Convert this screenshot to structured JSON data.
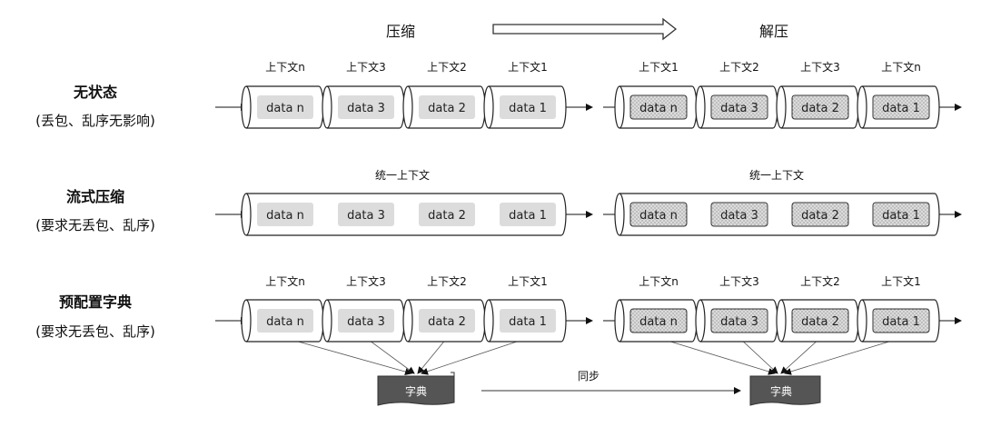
{
  "header": {
    "compress": "压缩",
    "decompress": "解压"
  },
  "rows": [
    {
      "title": "无状态",
      "subtitle": "(丢包、乱序无影响)",
      "left_contexts": [
        "上下文n",
        "上下文3",
        "上下文2",
        "上下文1"
      ],
      "right_contexts": [
        "上下文1",
        "上下文2",
        "上下文3",
        "上下文n"
      ],
      "shared_context": ""
    },
    {
      "title": "流式压缩",
      "subtitle": "(要求无丢包、乱序)",
      "left_contexts": [],
      "right_contexts": [],
      "shared_context": "统一上下文"
    },
    {
      "title": "预配置字典",
      "subtitle": "(要求无丢包、乱序)",
      "left_contexts": [
        "上下文n",
        "上下文3",
        "上下文2",
        "上下文1"
      ],
      "right_contexts": [
        "上下文n",
        "上下文3",
        "上下文2",
        "上下文1"
      ],
      "shared_context": ""
    }
  ],
  "data_labels": [
    "data n",
    "data 3",
    "data 2",
    "data 1"
  ],
  "dictionary": {
    "label": "字典",
    "sync_label": "同步"
  },
  "colors": {
    "data_box_fill": "#dcdcdc",
    "dotted_box_fill": "#d9d9d9",
    "dictionary_fill": "#555555",
    "stroke": "#222222"
  }
}
